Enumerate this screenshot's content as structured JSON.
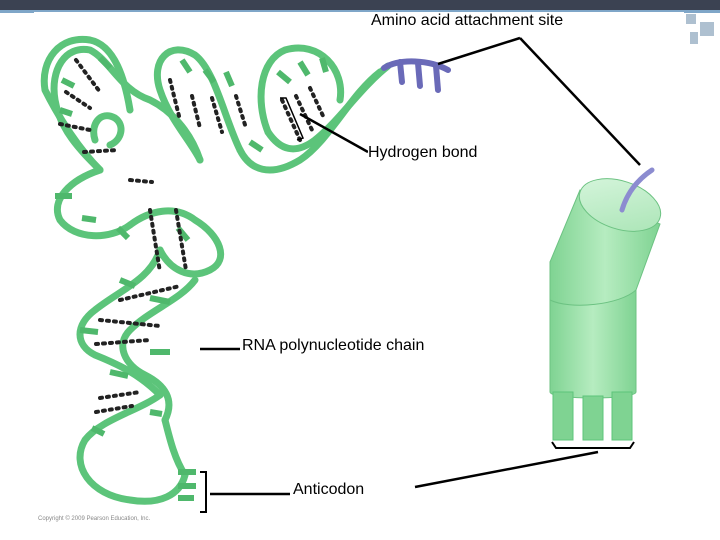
{
  "labels": {
    "amino_acid_site": "Amino acid attachment site",
    "hydrogen_bond": "Hydrogen bond",
    "rna_chain": "RNA polynucleotide chain",
    "anticodon": "Anticodon"
  },
  "copyright": "Copyright © 2009 Pearson Education, Inc.",
  "colors": {
    "backbone": "#5cc47a",
    "backbone_dark": "#2f9a52",
    "amino_site": "#6a6ab8",
    "hbond": "#222222",
    "model_body": "#8ad89a",
    "header": "#3b4252"
  }
}
